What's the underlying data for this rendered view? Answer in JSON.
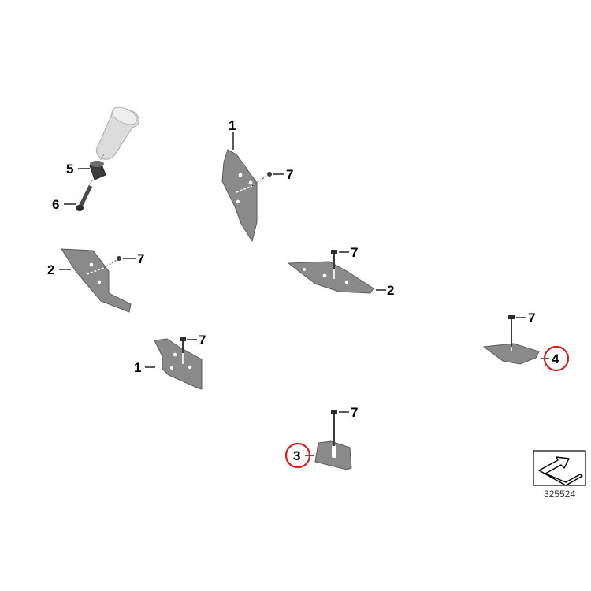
{
  "callouts": {
    "p1_top": "1",
    "p1_bottom": "1",
    "p2_left": "2",
    "p2_right": "2",
    "p3": "3",
    "p4": "4",
    "p5": "5",
    "p6": "6",
    "p7_a": "7",
    "p7_b": "7",
    "p7_c": "7",
    "p7_d": "7",
    "p7_e": "7",
    "p7_f": "7"
  },
  "diagram_number": "325524",
  "highlight_color": "#d62020",
  "plate_color": "#8a8a8a"
}
